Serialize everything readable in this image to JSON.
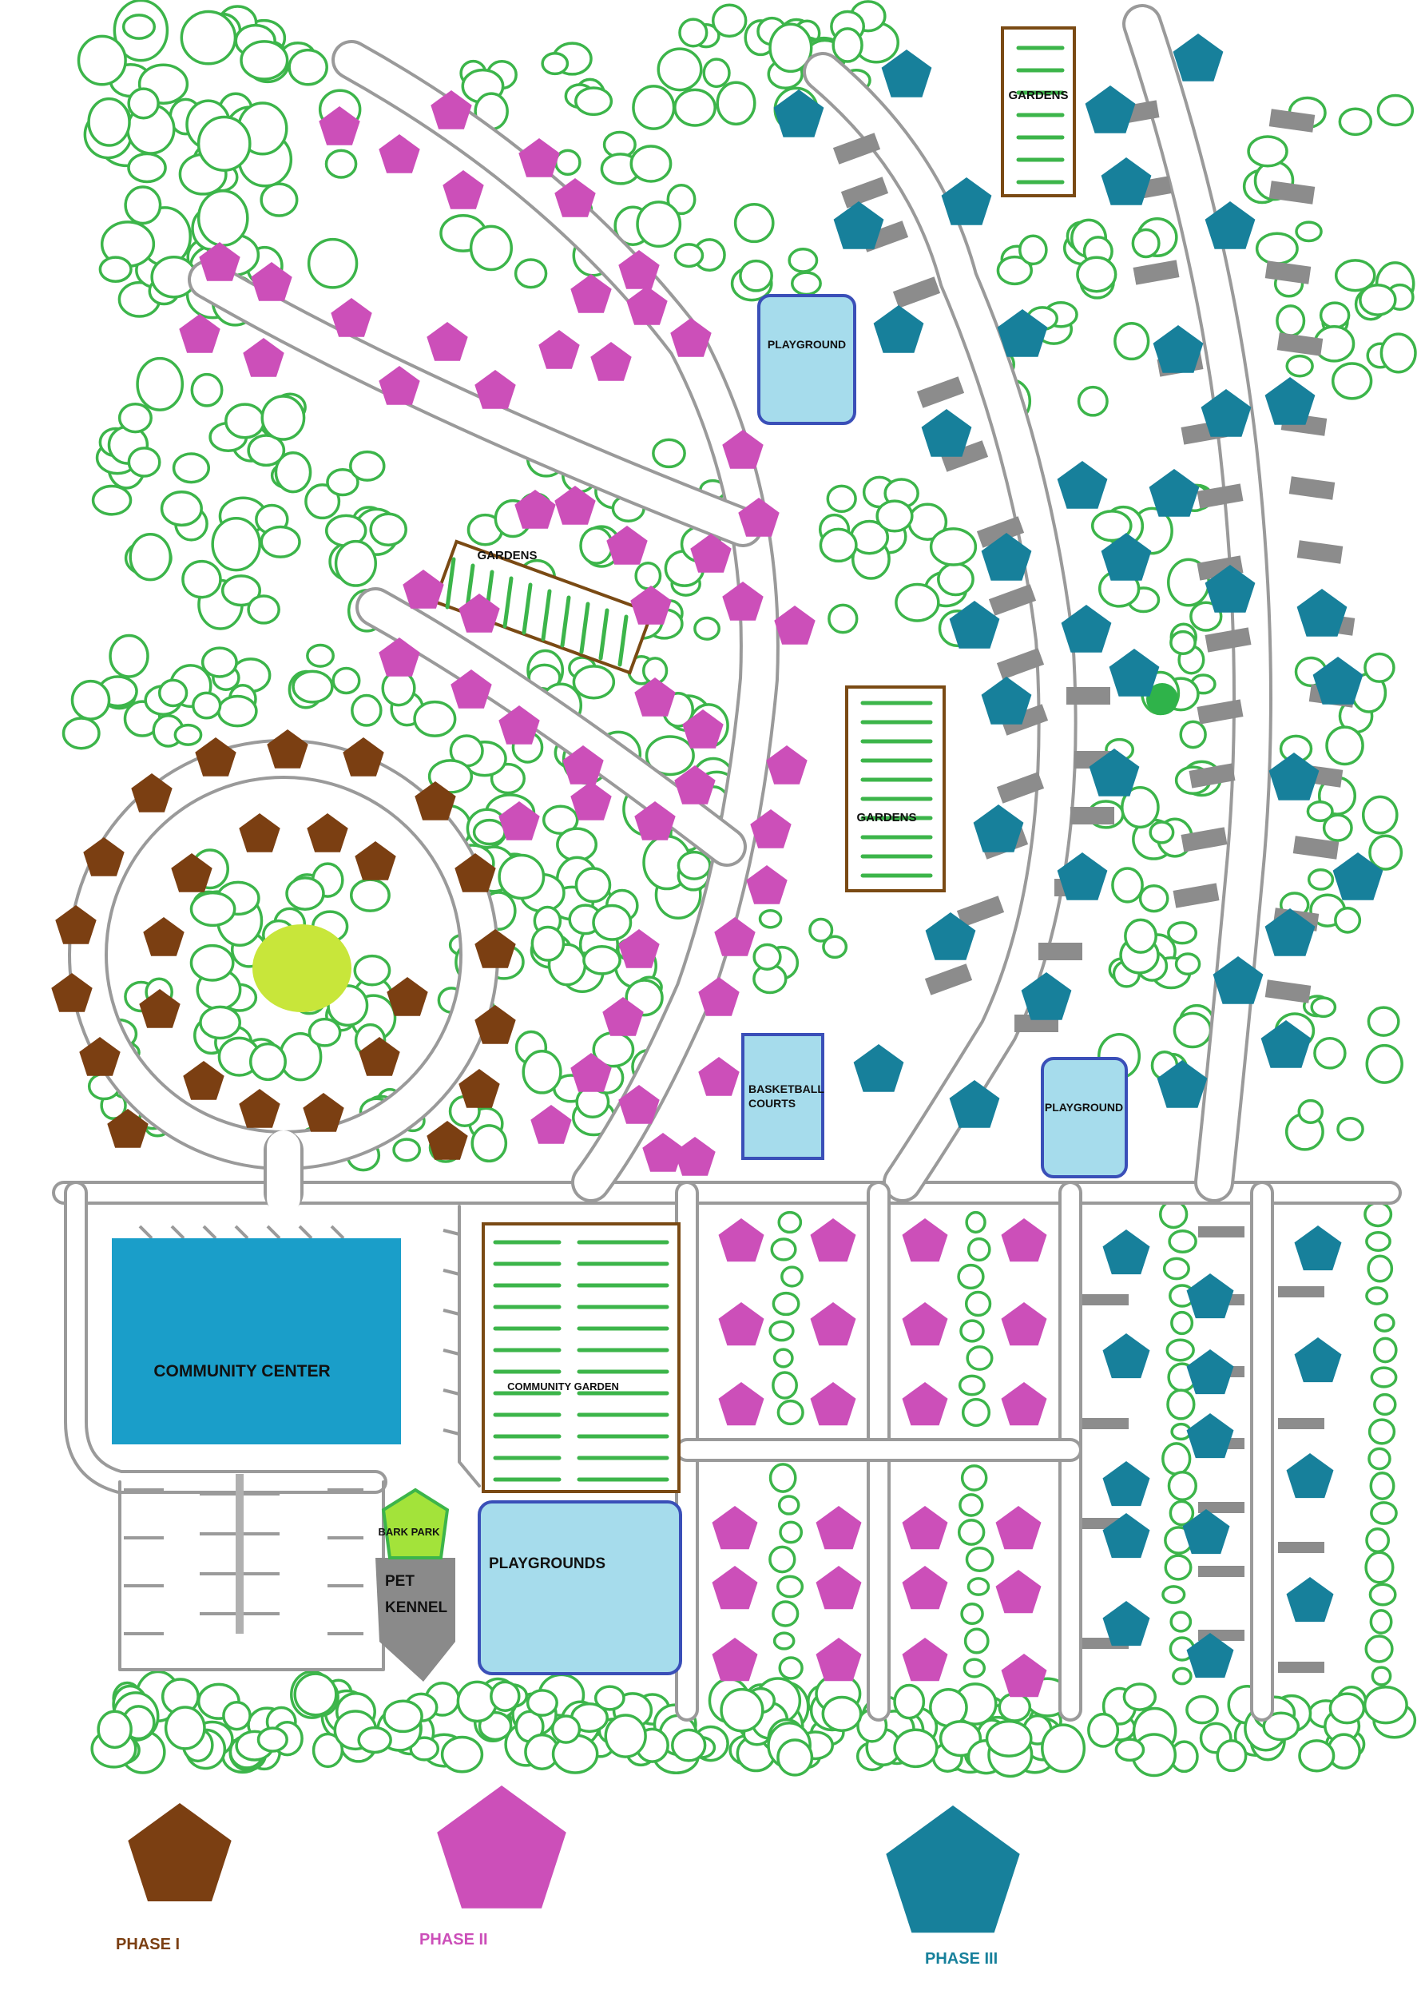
{
  "labels": {
    "gardens_top_right": "GARDENS",
    "gardens_left": "GARDENS",
    "gardens_center": "GARDENS",
    "playground_top": "PLAYGROUND",
    "playground_right": "PLAYGROUND",
    "basketball_line1": "BASKETBALL",
    "basketball_line2": "COURTS",
    "community_center": "COMMUNITY CENTER",
    "community_garden": "COMMUNITY GARDEN",
    "bark_park": "BARK PARK",
    "pet_line1": "PET",
    "pet_line2": "KENNEL",
    "playgrounds": "PLAYGROUNDS"
  },
  "legend": [
    {
      "label": "PHASE I",
      "color": "#7b3f12"
    },
    {
      "label": "PHASE II",
      "color": "#cc4fb9"
    },
    {
      "label": "PHASE III",
      "color": "#17809b"
    }
  ],
  "colors": {
    "phase1": "#7b3f12",
    "phase2": "#cc4fb9",
    "phase3": "#17809b",
    "tree": "#3cb54a",
    "road": "#9a9a9a",
    "driveway": "#8c8c8c",
    "garden_border": "#7a4a14",
    "garden_row": "#3cb54a",
    "playground_fill": "#a6dcec",
    "playground_border": "#3a4fb8",
    "community_center": "#1a9ec9",
    "bark_park": "#a3e33a",
    "kennel": "#8a8a8a",
    "center_lawn": "#c8e63a"
  }
}
